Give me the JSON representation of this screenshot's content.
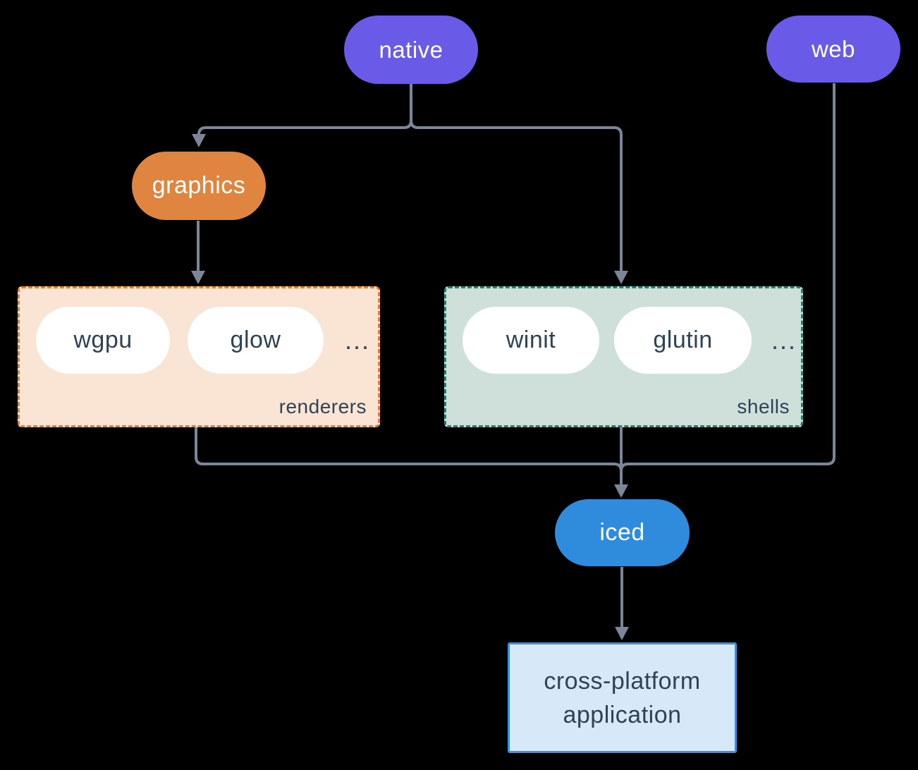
{
  "diagram": {
    "nodes": {
      "native": {
        "label": "native"
      },
      "web": {
        "label": "web"
      },
      "graphics": {
        "label": "graphics"
      },
      "iced": {
        "label": "iced"
      },
      "app": {
        "line1": "cross-platform",
        "line2": "application"
      }
    },
    "groups": {
      "renderers": {
        "label": "renderers",
        "items": [
          "wgpu",
          "glow"
        ],
        "more": "..."
      },
      "shells": {
        "label": "shells",
        "items": [
          "winit",
          "glutin"
        ],
        "more": "..."
      }
    },
    "edges": [
      {
        "from": "native",
        "to": "graphics"
      },
      {
        "from": "native",
        "to": "shells"
      },
      {
        "from": "web",
        "to": "iced"
      },
      {
        "from": "graphics",
        "to": "renderers"
      },
      {
        "from": "renderers",
        "to": "iced"
      },
      {
        "from": "shells",
        "to": "iced"
      },
      {
        "from": "iced",
        "to": "app"
      }
    ]
  },
  "colors": {
    "background": "#000000",
    "edge": "#7B8698",
    "node_purple": "#6A5AE8",
    "node_orange": "#E08540",
    "node_blue": "#2F8BDB",
    "group_renderers_bg": "#FAE5D5",
    "group_renderers_border": "#E0812F",
    "group_shells_bg": "#CFE0DA",
    "group_shells_border": "#2F7D6F",
    "app_bg": "#D7E9F8",
    "app_border": "#3B90DE",
    "text_light": "#FFFFFF",
    "text_dark": "#2F4356"
  }
}
